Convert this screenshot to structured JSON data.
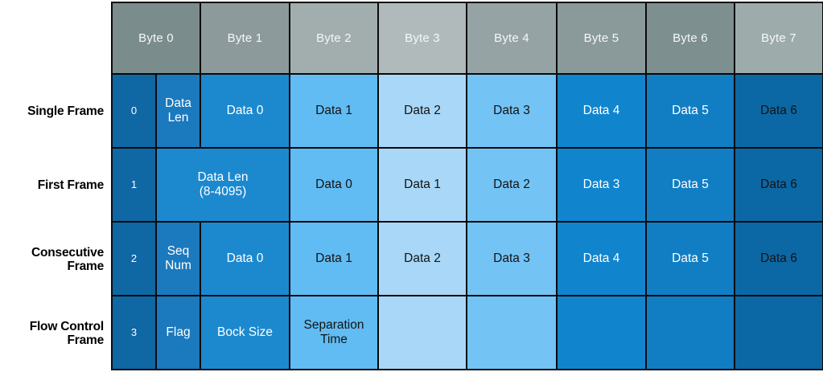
{
  "colors": {
    "background": "#ffffff",
    "grid_border": "#0a0a0a",
    "header_text": "#f5f8f8",
    "cell_text_light": "#ffffff",
    "cell_text_dark": "#131313",
    "label_text": "#000000",
    "col_index": "#0f67a4",
    "col_pci_half": "#1b79bd",
    "col_byte1": "#1c89cf",
    "col_byte2": "#61bcf3",
    "col_byte3": "#a9d7f7",
    "col_byte4": "#73c3f5",
    "col_byte5": "#1085ce",
    "col_byte6": "#117ec4",
    "col_byte7": "#0b68a5"
  },
  "header": {
    "columns": [
      {
        "label": "Byte 0",
        "bg": "#7b8c8d",
        "span": 2
      },
      {
        "label": "Byte 1",
        "bg": "#8c9a9b",
        "span": 1
      },
      {
        "label": "Byte 2",
        "bg": "#a2adae",
        "span": 1
      },
      {
        "label": "Byte 3",
        "bg": "#b0baba",
        "span": 1
      },
      {
        "label": "Byte 4",
        "bg": "#96a3a4",
        "span": 1
      },
      {
        "label": "Byte 5",
        "bg": "#8a999a",
        "span": 1
      },
      {
        "label": "Byte 6",
        "bg": "#7e8f90",
        "span": 1
      },
      {
        "label": "Byte 7",
        "bg": "#9eabab",
        "span": 1
      }
    ]
  },
  "rows": [
    {
      "label": "Single Frame",
      "cells": [
        {
          "text": "0",
          "bg": "col_index",
          "fg": "light",
          "span": 1,
          "idx": true
        },
        {
          "text": "Data Len",
          "bg": "col_pci_half",
          "fg": "light",
          "span": 1
        },
        {
          "text": "Data 0",
          "bg": "col_byte1",
          "fg": "light",
          "span": 1
        },
        {
          "text": "Data 1",
          "bg": "col_byte2",
          "fg": "dark",
          "span": 1
        },
        {
          "text": "Data 2",
          "bg": "col_byte3",
          "fg": "dark",
          "span": 1
        },
        {
          "text": "Data 3",
          "bg": "col_byte4",
          "fg": "dark",
          "span": 1
        },
        {
          "text": "Data 4",
          "bg": "col_byte5",
          "fg": "light",
          "span": 1
        },
        {
          "text": "Data 5",
          "bg": "col_byte6",
          "fg": "light",
          "span": 1
        },
        {
          "text": "Data 6",
          "bg": "col_byte7",
          "fg": "dark",
          "span": 1
        }
      ]
    },
    {
      "label": "First Frame",
      "cells": [
        {
          "text": "1",
          "bg": "col_index",
          "fg": "light",
          "span": 1,
          "idx": true
        },
        {
          "text": "Data Len\n(8-4095)",
          "bg": "col_byte1",
          "fg": "light",
          "span": 2
        },
        {
          "text": "Data 0",
          "bg": "col_byte2",
          "fg": "dark",
          "span": 1
        },
        {
          "text": "Data 1",
          "bg": "col_byte3",
          "fg": "dark",
          "span": 1
        },
        {
          "text": "Data 2",
          "bg": "col_byte4",
          "fg": "dark",
          "span": 1
        },
        {
          "text": "Data 3",
          "bg": "col_byte5",
          "fg": "light",
          "span": 1
        },
        {
          "text": "Data 5",
          "bg": "col_byte6",
          "fg": "light",
          "span": 1
        },
        {
          "text": "Data 6",
          "bg": "col_byte7",
          "fg": "dark",
          "span": 1
        }
      ]
    },
    {
      "label": "Consecutive\nFrame",
      "cells": [
        {
          "text": "2",
          "bg": "col_index",
          "fg": "light",
          "span": 1,
          "idx": true
        },
        {
          "text": "Seq Num",
          "bg": "col_pci_half",
          "fg": "light",
          "span": 1
        },
        {
          "text": "Data 0",
          "bg": "col_byte1",
          "fg": "light",
          "span": 1
        },
        {
          "text": "Data 1",
          "bg": "col_byte2",
          "fg": "dark",
          "span": 1
        },
        {
          "text": "Data 2",
          "bg": "col_byte3",
          "fg": "dark",
          "span": 1
        },
        {
          "text": "Data 3",
          "bg": "col_byte4",
          "fg": "dark",
          "span": 1
        },
        {
          "text": "Data 4",
          "bg": "col_byte5",
          "fg": "light",
          "span": 1
        },
        {
          "text": "Data 5",
          "bg": "col_byte6",
          "fg": "light",
          "span": 1
        },
        {
          "text": "Data 6",
          "bg": "col_byte7",
          "fg": "dark",
          "span": 1
        }
      ]
    },
    {
      "label": "Flow Control\nFrame",
      "cells": [
        {
          "text": "3",
          "bg": "col_index",
          "fg": "light",
          "span": 1,
          "idx": true
        },
        {
          "text": "Flag",
          "bg": "col_pci_half",
          "fg": "light",
          "span": 1
        },
        {
          "text": "Bock Size",
          "bg": "col_byte1",
          "fg": "light",
          "span": 1
        },
        {
          "text": "Separation\nTime",
          "bg": "col_byte2",
          "fg": "dark",
          "span": 1
        },
        {
          "text": "",
          "bg": "col_byte3",
          "fg": "dark",
          "span": 1
        },
        {
          "text": "",
          "bg": "col_byte4",
          "fg": "dark",
          "span": 1
        },
        {
          "text": "",
          "bg": "col_byte5",
          "fg": "light",
          "span": 1
        },
        {
          "text": "",
          "bg": "col_byte6",
          "fg": "light",
          "span": 1
        },
        {
          "text": "",
          "bg": "col_byte7",
          "fg": "dark",
          "span": 1
        }
      ]
    }
  ]
}
